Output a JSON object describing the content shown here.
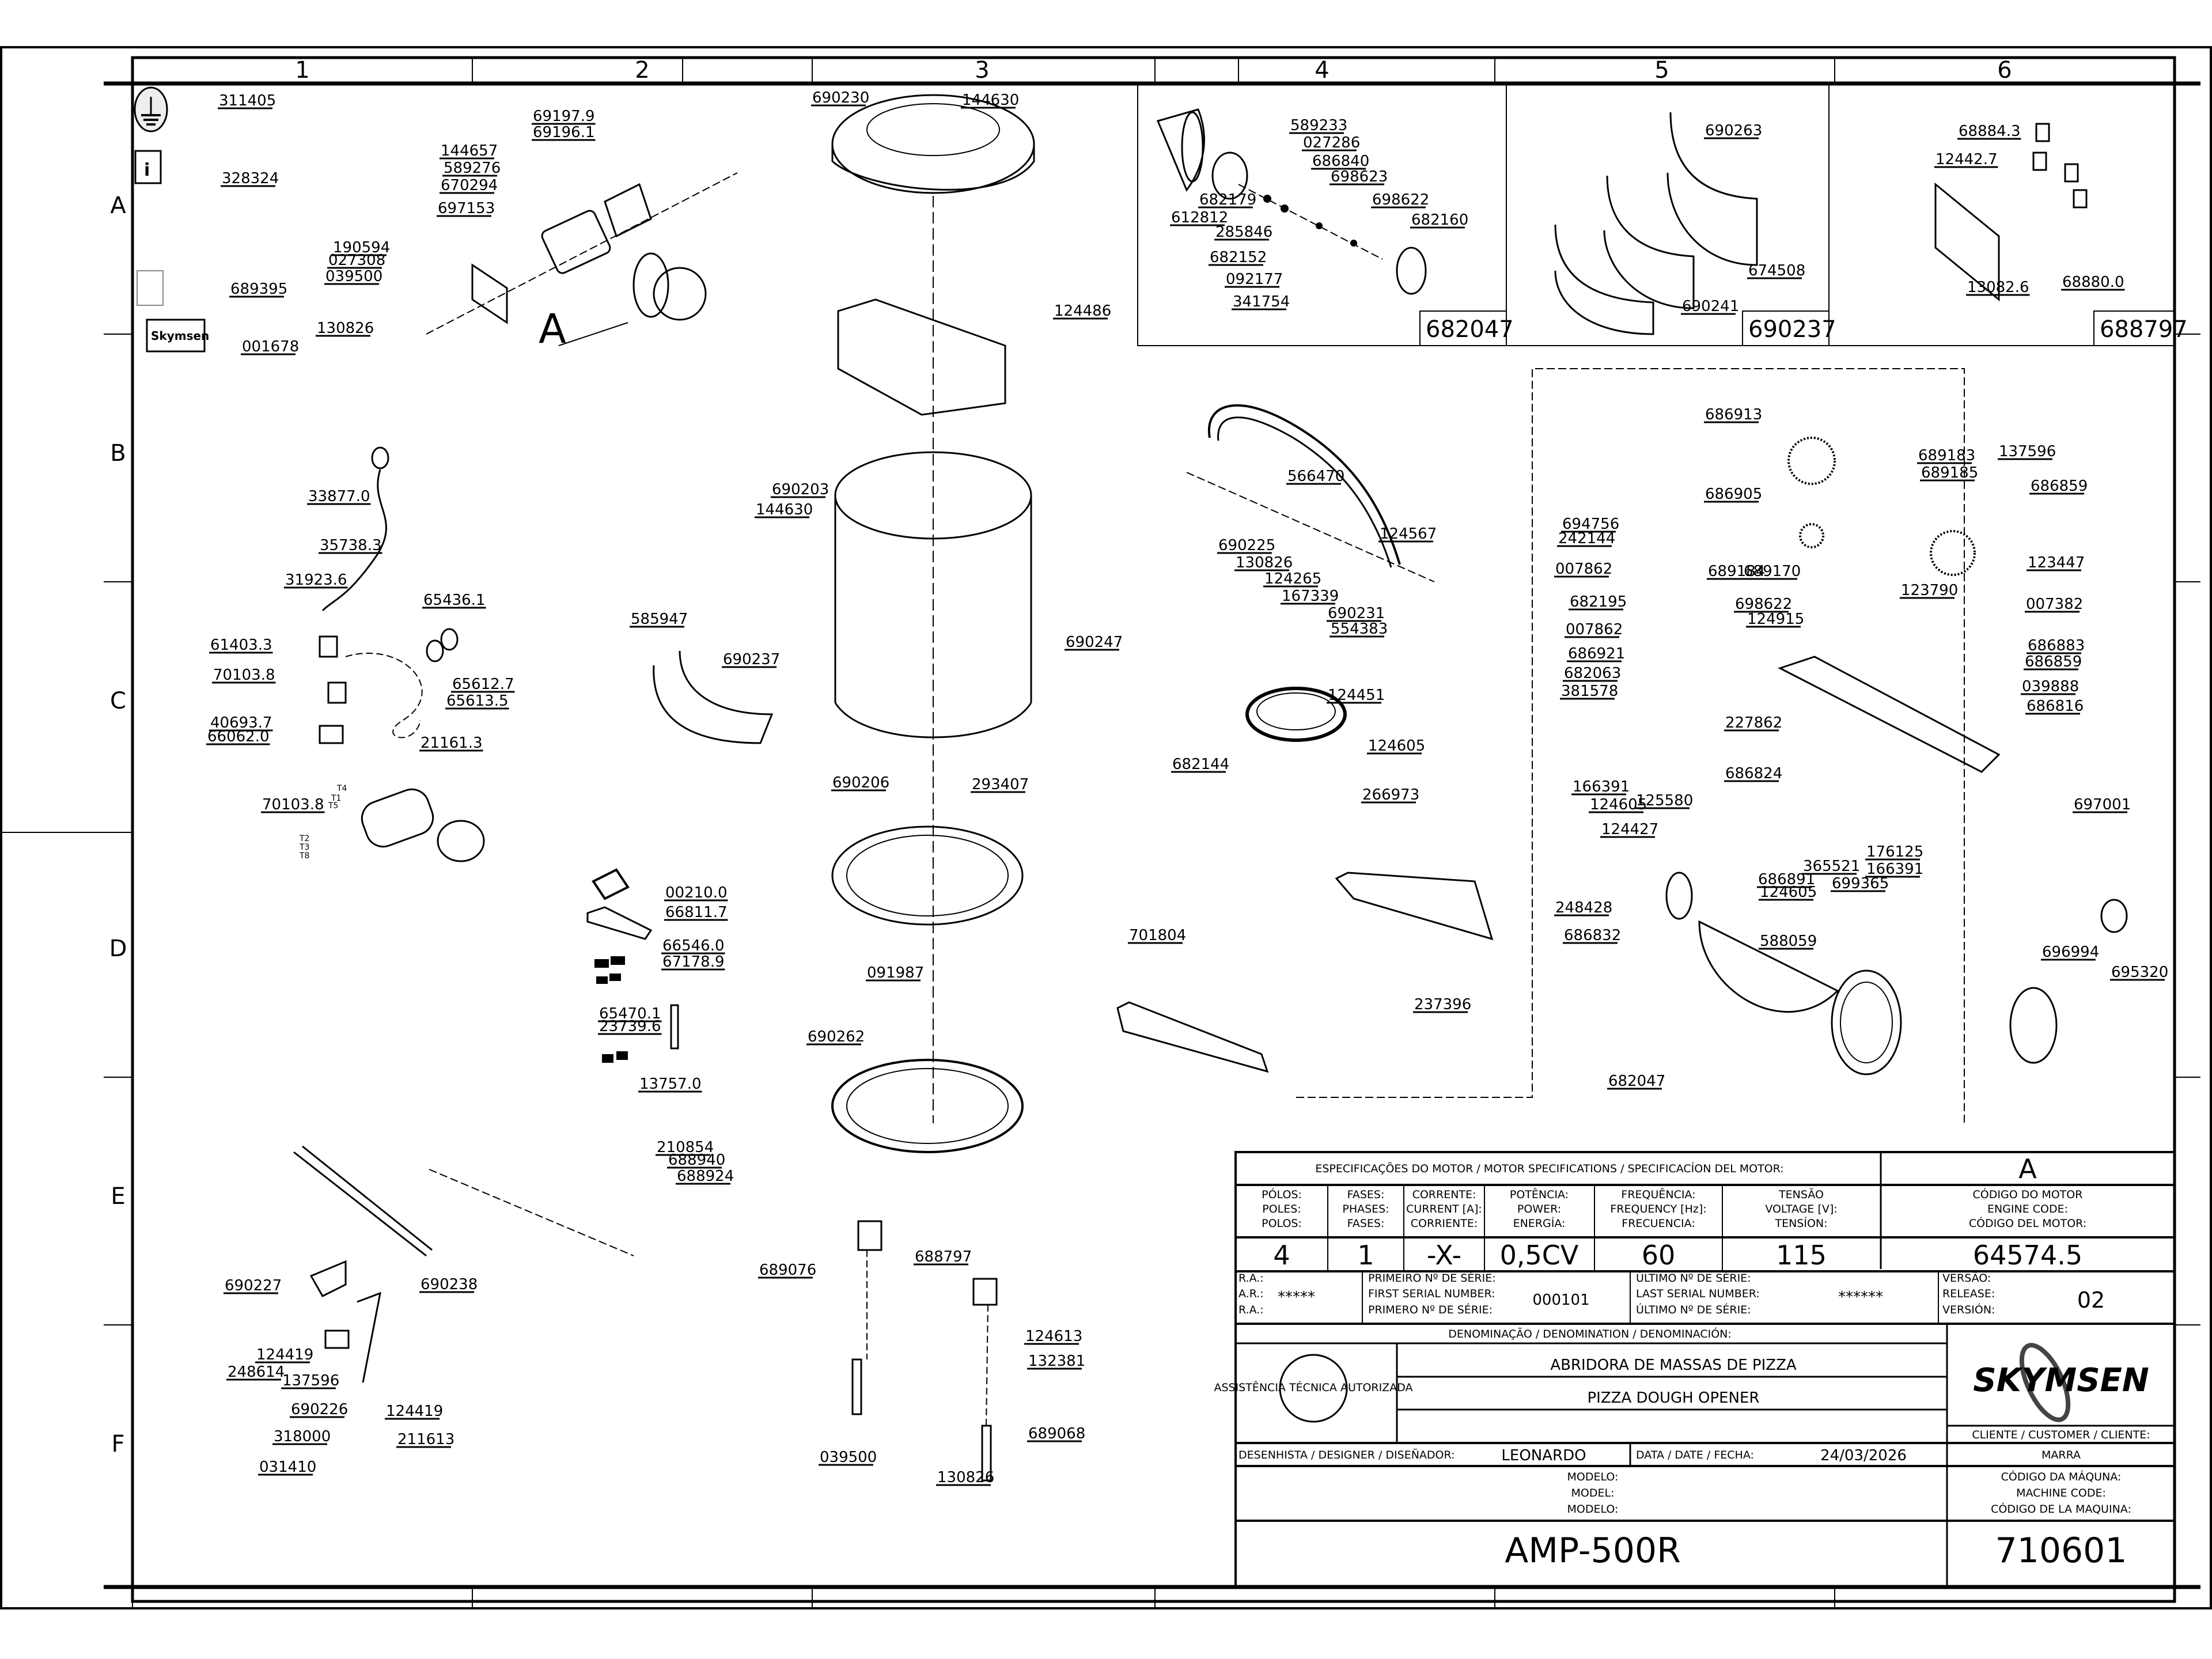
{
  "grid": {
    "columns": [
      "1",
      "2",
      "3",
      "4",
      "5",
      "6"
    ],
    "rows": [
      "A",
      "B",
      "C",
      "D",
      "E",
      "F"
    ]
  },
  "detail_boxes": [
    {
      "id": "682047",
      "labels": [
        "589233",
        "027286",
        "686840",
        "698623",
        "698622",
        "682160",
        "682179",
        "612812",
        "285846",
        "682152",
        "092177",
        "341754"
      ]
    },
    {
      "id": "690237",
      "labels": [
        "690263",
        "674508",
        "690241"
      ]
    },
    {
      "id": "688797",
      "labels": [
        "68884.3",
        "12442.7",
        "68880.0",
        "13082.6"
      ]
    }
  ],
  "labels_sheet": [
    {
      "text": "311405",
      "icon": "ground-symbol-icon"
    },
    {
      "text": "328324",
      "icon": "manual-info-icon"
    },
    {
      "text": "689395",
      "icon": "rotation-label-icon"
    },
    {
      "text": "001678",
      "icon": "skymsen-label-icon"
    }
  ],
  "motor_group": [
    "69197.9",
    "69196.1",
    "144657",
    "589276",
    "670294",
    "697153",
    "190594",
    "027308",
    "039500",
    "130826"
  ],
  "motor_callout": "A",
  "wiring_group": [
    "33877.0",
    "35738.3",
    "31923.6",
    "65436.1",
    "61403.3",
    "70103.8",
    "65612.7",
    "65613.5",
    "40693.7",
    "66062.0",
    "21161.3",
    "70103.8"
  ],
  "wire_tags": [
    "T4",
    "T1",
    "T5",
    "T2",
    "T3",
    "T8"
  ],
  "electrical_parts": [
    "00210.0",
    "66811.7",
    "66546.0",
    "67178.9",
    "65470.1",
    "23739.6",
    "13757.0"
  ],
  "body_group": [
    "690230",
    "144630",
    "124486",
    "690203",
    "144630",
    "585947",
    "690237",
    "690247",
    "690206",
    "293407",
    "091987",
    "690262"
  ],
  "handle_group": [
    "566470",
    "690225",
    "130826",
    "124265",
    "167339",
    "124567",
    "690231",
    "554383"
  ],
  "ring_group": [
    "124451",
    "124605",
    "682144",
    "266973",
    "701804",
    "237396"
  ],
  "gear_group": [
    "686913",
    "689183",
    "689185",
    "137596",
    "686859",
    "694756",
    "242144",
    "686905",
    "007862",
    "689184",
    "689170",
    "123790",
    "123447",
    "682195",
    "698622",
    "124915",
    "007382",
    "007862",
    "686883",
    "686921",
    "686859",
    "682063",
    "039888",
    "381578",
    "227862",
    "686816",
    "686824",
    "166391",
    "124605",
    "125580",
    "124427",
    "697001",
    "176125",
    "365521",
    "166391",
    "686891",
    "699365",
    "124605",
    "248428",
    "686832",
    "588059",
    "696994",
    "695320",
    "682047"
  ],
  "lever_group": [
    "210854",
    "688940",
    "688924",
    "689076",
    "690238",
    "690227",
    "124419",
    "248614",
    "137596",
    "690226",
    "124419",
    "318000",
    "211613",
    "031410"
  ],
  "guide_group": [
    "688797",
    "124613",
    "132381",
    "039500",
    "130826",
    "689068"
  ],
  "title_block": {
    "motor_spec_header": "ESPECIFICAÇÕES DO MOTOR / MOTOR SPECIFICATIONS / SPECIFICACÍON DEL MOTOR:",
    "motor_ref": "A",
    "columns": [
      {
        "h1": "PÓLOS:",
        "h2": "POLES:",
        "h3": "POLOS:",
        "value": "4"
      },
      {
        "h1": "FASES:",
        "h2": "PHASES:",
        "h3": "FASES:",
        "value": "1"
      },
      {
        "h1": "CORRENTE:",
        "h2": "CURRENT [A]:",
        "h3": "CORRIENTE:",
        "value": "-X-"
      },
      {
        "h1": "POTÊNCIA:",
        "h2": "POWER:",
        "h3": "ENERGÍA:",
        "value": "0,5CV"
      },
      {
        "h1": "FREQUÊNCIA:",
        "h2": "FREQUENCY [Hz]:",
        "h3": "FRECUENCIA:",
        "value": "60"
      },
      {
        "h1": "TENSÃO",
        "h2": "VOLTAGE [V]:",
        "h3": "TENSÍON:",
        "value": "115"
      },
      {
        "h1": "CÓDIGO DO MOTOR",
        "h2": "ENGINE CODE:",
        "h3": "CÓDIGO DEL MOTOR:",
        "value": "64574.5"
      }
    ],
    "ra": {
      "l1": "R.A.:",
      "l2": "A.R.:",
      "l3": "R.A.:",
      "value": "*****"
    },
    "first_serial": {
      "l1": "PRIMEIRO Nº DE SÉRIE:",
      "l2": "FIRST SERIAL NUMBER:",
      "l3": "PRIMERO Nº DE SÉRIE:",
      "value": "000101"
    },
    "last_serial": {
      "l1": "ÚLTIMO Nº DE SÉRIE:",
      "l2": "LAST SERIAL NUMBER:",
      "l3": "ÚLTIMO Nº DE SÉRIE:",
      "value": "******"
    },
    "release": {
      "l1": "VERSÃO:",
      "l2": "RELEASE:",
      "l3": "VERSIÓN:",
      "value": "02"
    },
    "denomination_header": "DENOMINAÇÃO / DENOMINATION / DENOMINACIÓN:",
    "name_pt": "ABRIDORA DE MASSAS DE PIZZA",
    "name_en": "PIZZA DOUGH OPENER",
    "brand": "SKYMSEN",
    "seal_text": "ASSISTÊNCIA TÉCNICA AUTORIZADA",
    "customer_label": "CLIENTE / CUSTOMER / CLIENTE:",
    "customer": "MARRA",
    "designer_label": "DESENHISTA / DESIGNER / DISEÑADOR:",
    "designer": "LEONARDO",
    "date_label": "DATA / DATE / FECHA:",
    "date": "24/03/2026",
    "model_labels": [
      "MODELO:",
      "MODEL:",
      "MODELO:"
    ],
    "machine_code_labels": [
      "CÓDIGO DA MÁQUNA:",
      "MACHINE CODE:",
      "CÓDIGO DE LA MAQUINA:"
    ],
    "model": "AMP-500R",
    "machine_code": "710601"
  }
}
